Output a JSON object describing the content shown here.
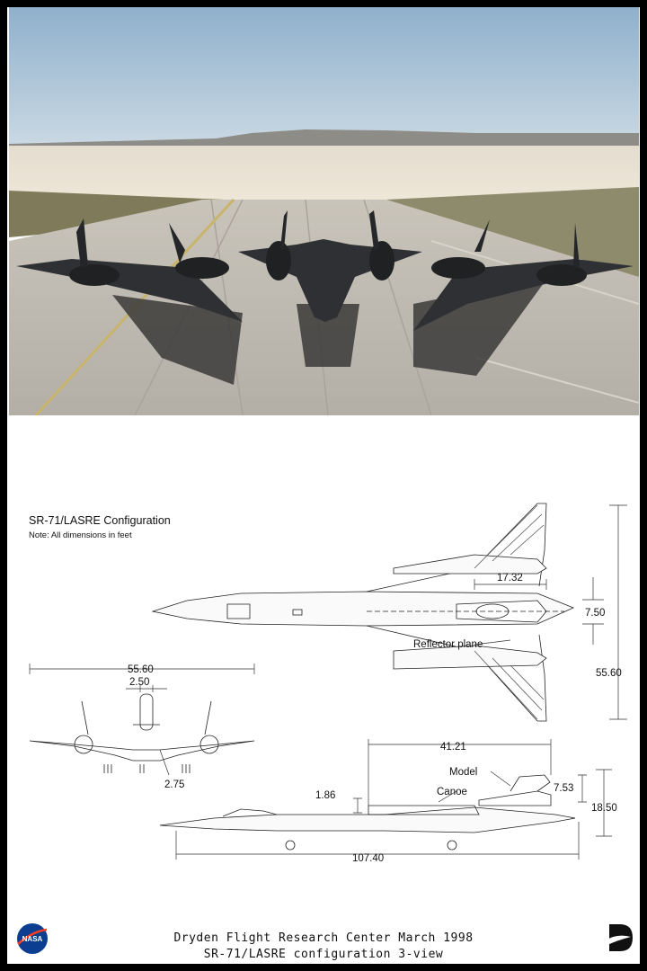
{
  "diagram": {
    "title": "SR-71/LASRE Configuration",
    "note": "Note:  All dimensions in feet",
    "top_view": {
      "dim_model_length": "17.32",
      "dim_model_width": "7.50",
      "dim_span": "55.60",
      "label_reflector": "Reflector plane"
    },
    "front_view": {
      "dim_span": "55.60",
      "dim_model_width": "2.50",
      "dim_model_height": "2.75"
    },
    "side_view": {
      "dim_model_pos": "41.21",
      "dim_canoe_height": "1.86",
      "dim_model_height": "7.53",
      "dim_total_height": "18.50",
      "dim_length": "107.40",
      "label_model": "Model",
      "label_canoe": "Canoe"
    }
  },
  "footer": {
    "line1": "Dryden Flight Research Center  March 1998",
    "line2": "SR-71/LASRE configuration 3-view"
  },
  "logos": {
    "left": "NASA"
  }
}
